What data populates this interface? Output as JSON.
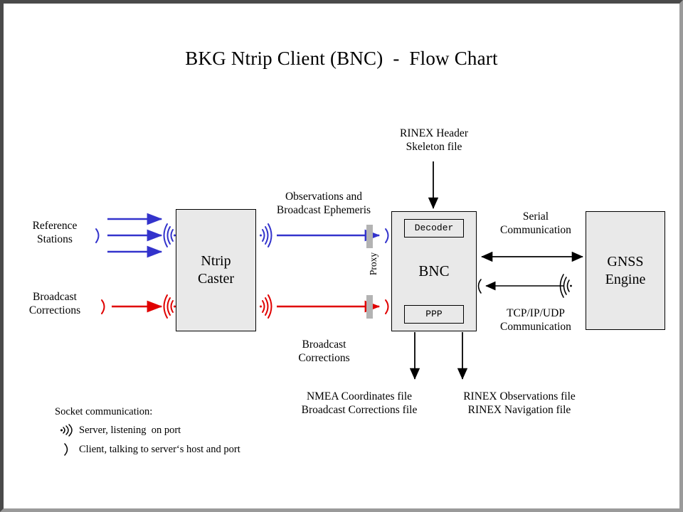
{
  "title": "BKG Ntrip Client (BNC)  -  Flow Chart",
  "nodes": {
    "caster": {
      "line1": "Ntrip",
      "line2": "Caster"
    },
    "bnc": {
      "label": "BNC",
      "decoder": "Decoder",
      "ppp": "PPP"
    },
    "gnss": {
      "line1": "GNSS",
      "line2": "Engine"
    }
  },
  "labels": {
    "reference_stations": "Reference\nStations",
    "broadcast_corrections_source": "Broadcast\nCorrections",
    "observations_ephemeris": "Observations and\nBroadcast Ephemeris",
    "broadcast_corrections_mid": "Broadcast\nCorrections",
    "rinex_header": "RINEX Header\nSkeleton file",
    "serial_communication": "Serial\nCommunication",
    "tcp_communication": "TCP/IP/UDP\nCommunication",
    "proxy": "Proxy",
    "outputs_left": "NMEA Coordinates file\nBroadcast Corrections file",
    "outputs_right": "RINEX Observations file\nRINEX Navigation file"
  },
  "legend": {
    "heading": "Socket communication:",
    "server": "Server, listening  on port",
    "client": "Client, talking to server‘s host and port"
  },
  "colors": {
    "observation_blue": "#3333cc",
    "corrections_red": "#e00000",
    "box_fill": "#e9e9e9",
    "box_stroke": "#000000",
    "proxy_bar": "#b3b3b3",
    "frame_dark": "#4a4a4a",
    "frame_light": "#9a9a9a"
  }
}
